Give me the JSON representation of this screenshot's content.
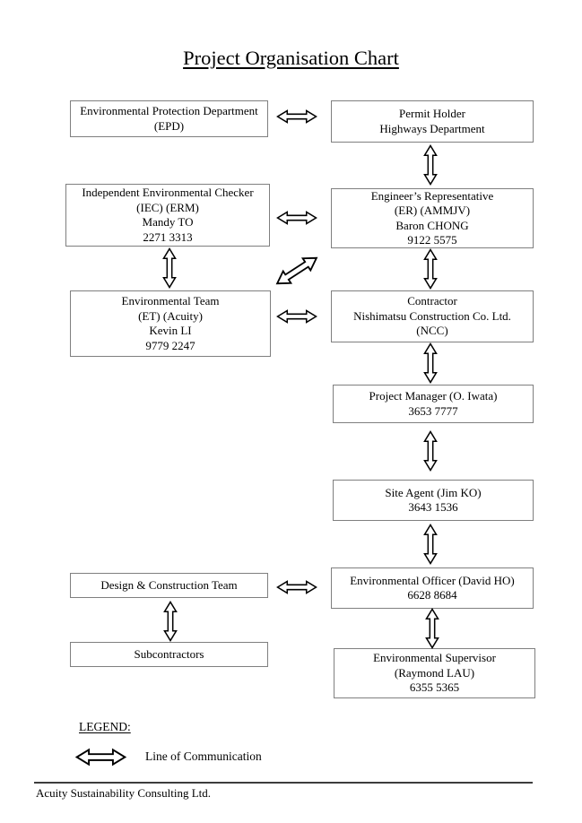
{
  "title": "Project Organisation Chart",
  "boxes": [
    {
      "id": "epd",
      "lines": [
        "Environmental Protection Department",
        "(EPD)"
      ]
    },
    {
      "id": "permit-holder",
      "lines": [
        "Permit Holder",
        "Highways Department"
      ]
    },
    {
      "id": "iec",
      "lines": [
        "Independent Environmental Checker",
        "(IEC) (ERM)",
        "Mandy TO",
        "2271 3313"
      ]
    },
    {
      "id": "engineers-representative",
      "lines": [
        "Engineer’s Representative",
        "(ER) (AMMJV)",
        "Baron CHONG",
        "9122 5575"
      ]
    },
    {
      "id": "environmental-team",
      "lines": [
        "Environmental Team",
        "(ET) (Acuity)",
        "Kevin LI",
        "9779 2247"
      ]
    },
    {
      "id": "contractor",
      "lines": [
        "Contractor",
        "Nishimatsu Construction Co. Ltd.",
        "(NCC)"
      ]
    },
    {
      "id": "project-manager",
      "lines": [
        "Project Manager (O. Iwata)",
        "3653 7777"
      ]
    },
    {
      "id": "site-agent",
      "lines": [
        "Site Agent (Jim KO)",
        "3643 1536"
      ]
    },
    {
      "id": "design-construction-team",
      "lines": [
        "Design & Construction Team"
      ]
    },
    {
      "id": "environmental-officer",
      "lines": [
        "Environmental Officer (David HO)",
        "6628 8684"
      ]
    },
    {
      "id": "subcontractors",
      "lines": [
        "Subcontractors"
      ]
    },
    {
      "id": "environmental-supervisor",
      "lines": [
        "Environmental Supervisor",
        "(Raymond LAU)",
        "6355 5365"
      ]
    }
  ],
  "connectors": [
    {
      "from": "epd",
      "to": "permit-holder",
      "orientation": "horizontal",
      "symbol": "double-arrow-icon"
    },
    {
      "from": "permit-holder",
      "to": "engineers-representative",
      "orientation": "vertical",
      "symbol": "double-arrow-icon"
    },
    {
      "from": "iec",
      "to": "engineers-representative",
      "orientation": "horizontal",
      "symbol": "double-arrow-icon"
    },
    {
      "from": "iec",
      "to": "environmental-team",
      "orientation": "vertical",
      "symbol": "double-arrow-icon"
    },
    {
      "from": "environmental-team",
      "to": "engineers-representative",
      "orientation": "diagonal",
      "symbol": "double-arrow-icon"
    },
    {
      "from": "environmental-team",
      "to": "contractor",
      "orientation": "horizontal",
      "symbol": "double-arrow-icon"
    },
    {
      "from": "engineers-representative",
      "to": "contractor",
      "orientation": "vertical",
      "symbol": "double-arrow-icon"
    },
    {
      "from": "contractor",
      "to": "project-manager",
      "orientation": "vertical",
      "symbol": "double-arrow-icon"
    },
    {
      "from": "project-manager",
      "to": "site-agent",
      "orientation": "vertical",
      "symbol": "double-arrow-icon"
    },
    {
      "from": "site-agent",
      "to": "environmental-officer",
      "orientation": "vertical",
      "symbol": "double-arrow-icon"
    },
    {
      "from": "design-construction-team",
      "to": "environmental-officer",
      "orientation": "horizontal",
      "symbol": "double-arrow-icon"
    },
    {
      "from": "design-construction-team",
      "to": "subcontractors",
      "orientation": "vertical",
      "symbol": "double-arrow-icon"
    },
    {
      "from": "environmental-officer",
      "to": "environmental-supervisor",
      "orientation": "vertical",
      "symbol": "double-arrow-icon"
    }
  ],
  "legend": {
    "heading": "LEGEND:",
    "items": [
      {
        "symbol": "double-arrow-icon",
        "label": "Line of Communication"
      }
    ]
  },
  "footer": {
    "company": "Acuity Sustainability Consulting Ltd."
  },
  "colors": {
    "background": "#ffffff",
    "text": "#000000",
    "box_border": "#7f7f7f",
    "arrow_stroke": "#000000",
    "arrow_fill": "#ffffff"
  }
}
